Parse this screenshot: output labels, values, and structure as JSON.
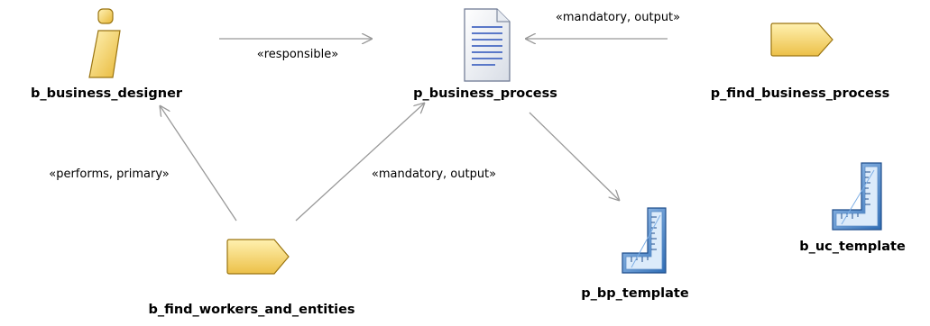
{
  "nodes": {
    "b_business_designer": "b_business_designer",
    "p_business_process": "p_business_process",
    "p_find_business_process": "p_find_business_process",
    "b_find_workers_and_entities": "b_find_workers_and_entities",
    "p_bp_template": "p_bp_template",
    "b_uc_template": "b_uc_template"
  },
  "relationships": {
    "responsible": "«responsible»",
    "performs_primary": "«performs, primary»",
    "mandatory_output_top": "«mandatory, output»",
    "mandatory_output_mid": "«mandatory, output»"
  },
  "icons": {
    "b_business_designer": "business-worker-icon",
    "p_business_process": "document-icon",
    "p_find_business_process": "activity-icon",
    "b_find_workers_and_entities": "activity-icon",
    "p_bp_template": "template-icon",
    "b_uc_template": "template-icon"
  },
  "colors": {
    "accent_yellow": "#F5D060",
    "document_blue": "#5A78C8",
    "template_blue": "#3E7FC4",
    "arrow_gray": "#999999"
  }
}
